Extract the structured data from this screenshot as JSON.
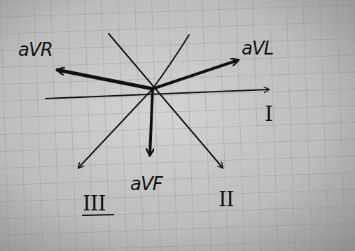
{
  "diagram": {
    "labels": [
      "aVR",
      "aVL",
      "I",
      "aVF",
      "II",
      "III"
    ]
  }
}
